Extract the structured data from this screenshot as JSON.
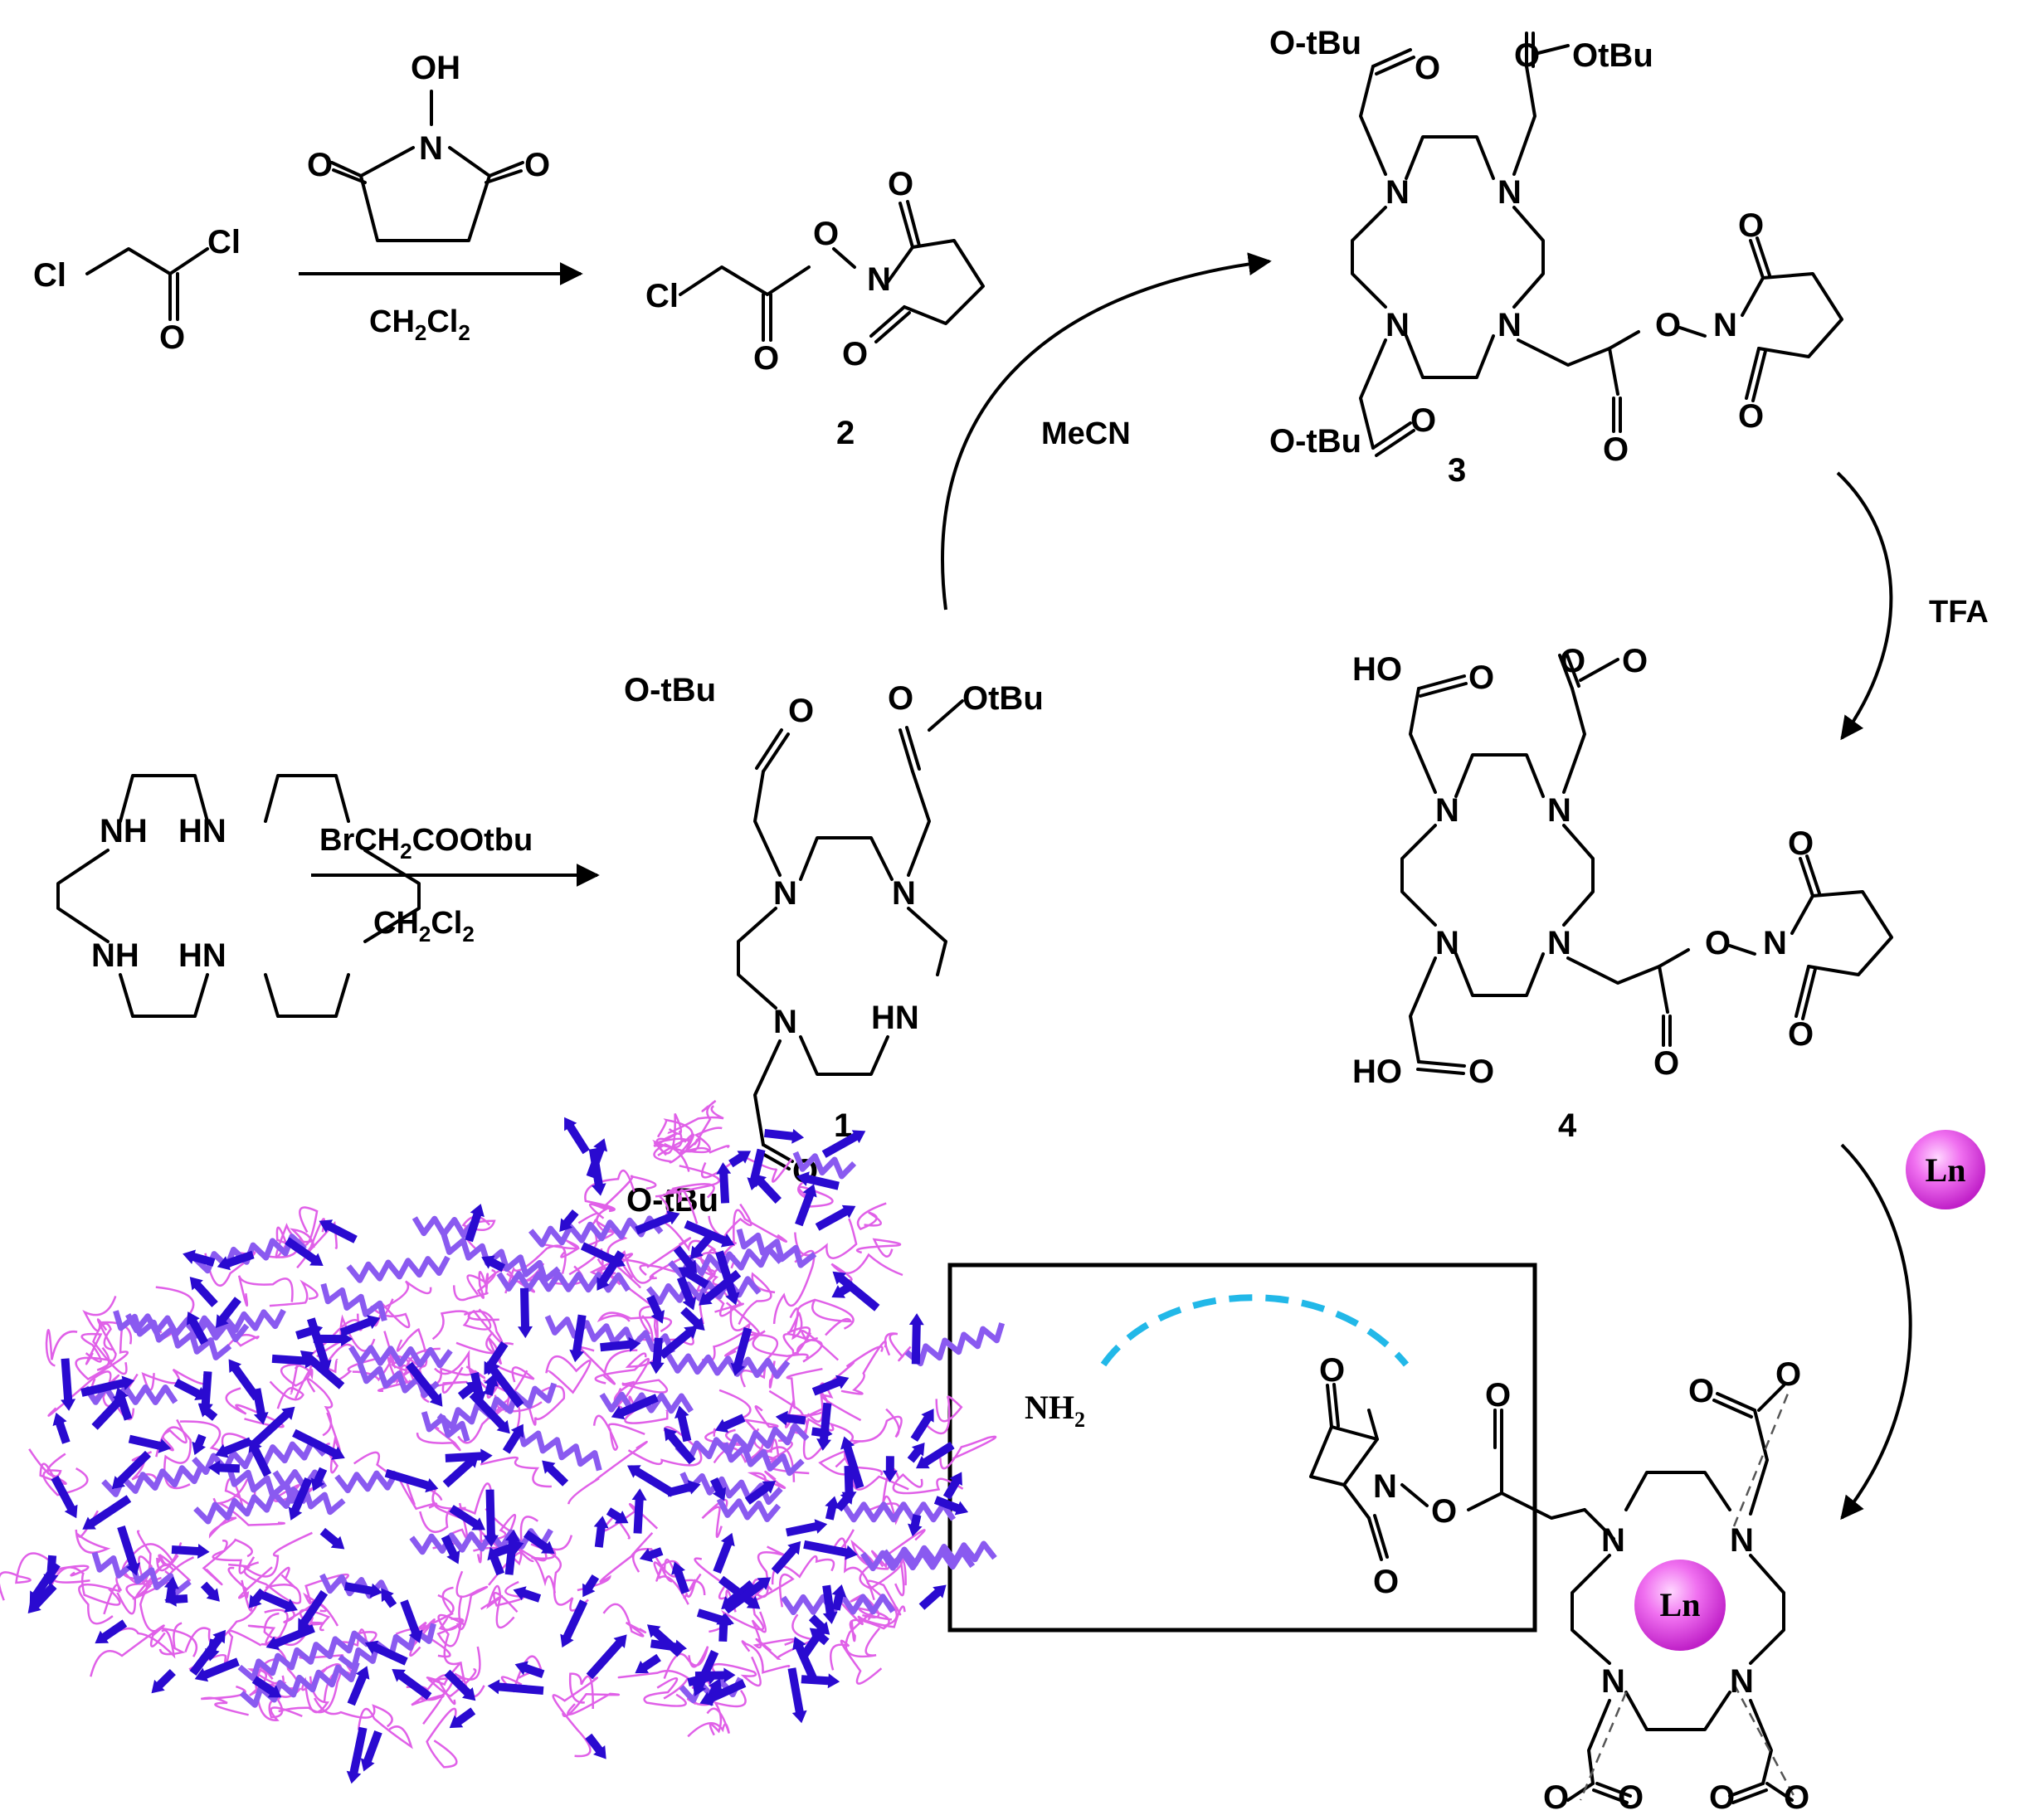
{
  "reagents": {
    "step1": {
      "top": "OH",
      "solvent_pre": "CH",
      "sub1": "2",
      "mid": "Cl",
      "sub2": "2"
    },
    "step2": {
      "line1_pre": "BrCH",
      "line1_sub": "2",
      "line1_post": "COOtbu",
      "line2_pre": "CH",
      "line2_sub1": "2",
      "line2_mid": "Cl",
      "line2_sub2": "2"
    },
    "mecn": "MeCN",
    "tfa": "TFA",
    "ln": "Ln"
  },
  "labels": {
    "c1": "1",
    "c2": "2",
    "c3": "3",
    "c4": "4"
  },
  "atoms": {
    "cl": "Cl",
    "o": "O",
    "oh": "OH",
    "n": "N",
    "nh": "NH",
    "hn": "HN",
    "o_tbu": "O-tBu",
    "otbu": "OtBu",
    "ho": "HO",
    "nh2": "NH",
    "nh2_sub": "2",
    "ln": "Ln"
  },
  "colors": {
    "ln_sphere": "#e040e0",
    "protein_strand": "#2a0ad0",
    "protein_coil": "#e060e8",
    "protein_helix": "#8a5af0",
    "linker_dash": "#22b8e8",
    "box": "#000000"
  }
}
